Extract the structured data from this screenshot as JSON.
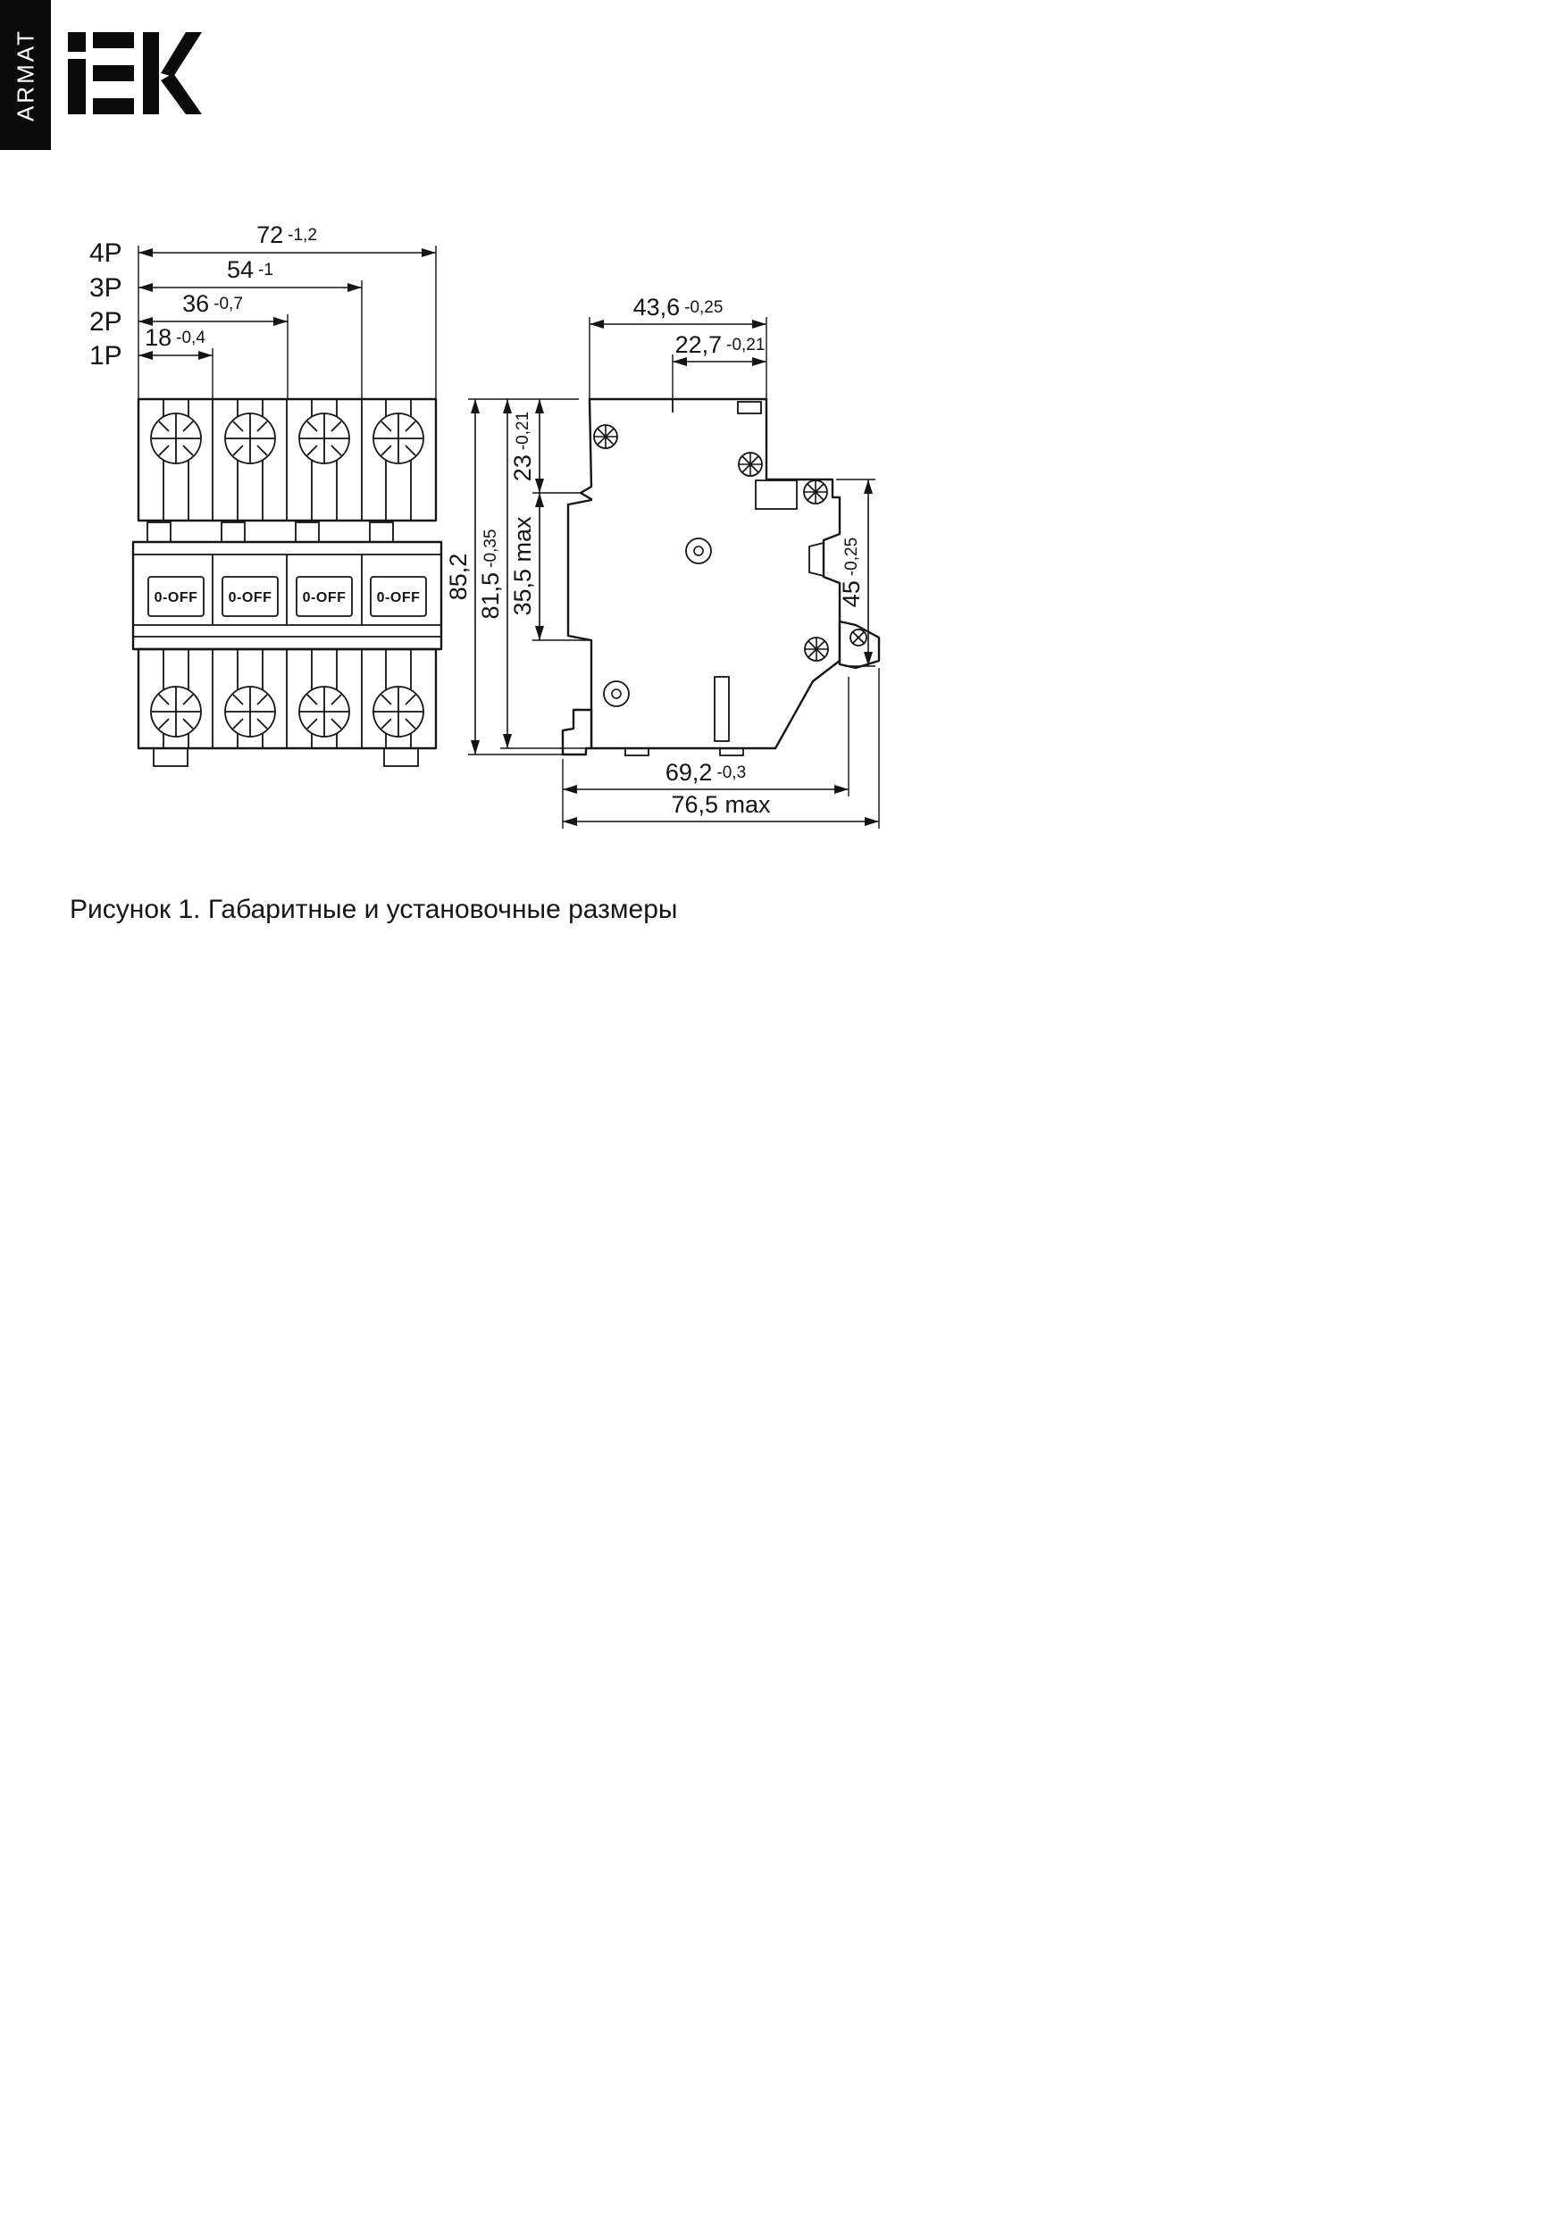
{
  "header": {
    "brand": "IEK",
    "series": "ARMAT"
  },
  "figure": {
    "caption": "Рисунок 1. Габаритные и установочные размеры"
  },
  "front_view": {
    "switch_label": "0-OFF",
    "dim_rows": [
      {
        "pole": "4P",
        "value": "72",
        "tol": "-1,2"
      },
      {
        "pole": "3P",
        "value": "54",
        "tol": "-1"
      },
      {
        "pole": "2P",
        "value": "36",
        "tol": "-0,7"
      },
      {
        "pole": "1P",
        "value": "18",
        "tol": "-0,4"
      }
    ]
  },
  "side_view": {
    "dims": {
      "top_depth": {
        "value": "43,6",
        "tol": "-0,25"
      },
      "front_depth": {
        "value": "22,7",
        "tol": "-0,21"
      },
      "overall_height": {
        "value": "85,2"
      },
      "body_height": {
        "value": "81,5",
        "tol": "-0,35"
      },
      "top_to_rail": {
        "value": "23",
        "tol": "-0,21"
      },
      "rail_zone": {
        "value": "35,5 max"
      },
      "front_height": {
        "value": "45",
        "tol": "-0,25"
      },
      "bottom_depth": {
        "value": "69,2",
        "tol": "-0,3"
      },
      "max_depth": {
        "value": "76,5 max"
      }
    }
  }
}
